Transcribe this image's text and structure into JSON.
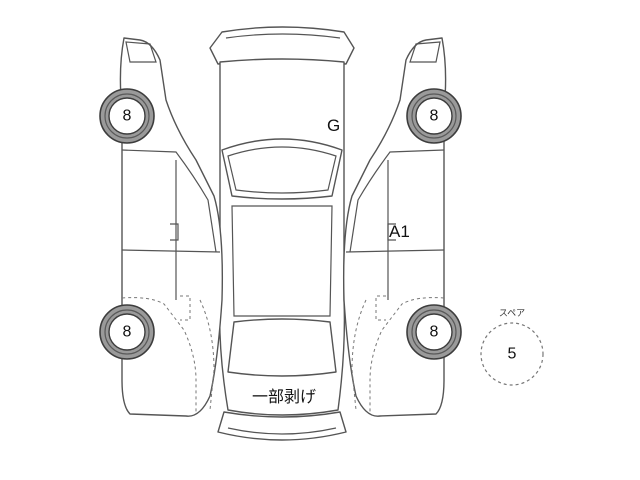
{
  "tires": {
    "front_left": {
      "tread": "8"
    },
    "front_right": {
      "tread": "8"
    },
    "rear_left": {
      "tread": "8"
    },
    "rear_right": {
      "tread": "8"
    }
  },
  "spare": {
    "label": "スペア",
    "tread": "5"
  },
  "marks": {
    "hood": "G",
    "right_front_door": "A1"
  },
  "notes": {
    "trunk": "一部剥げ"
  }
}
